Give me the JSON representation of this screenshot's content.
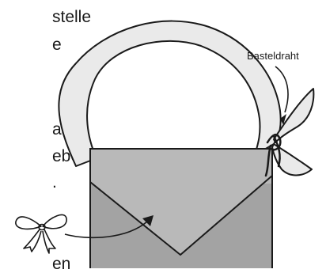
{
  "left_text_fragments": [
    "stelle",
    "e",
    "as",
    "eben",
    ".",
    "en"
  ],
  "label": "Basteldraht",
  "colors": {
    "handle_fill": "#eaeaea",
    "bag_back": "#b9b9b9",
    "bag_front": "#a3a3a3",
    "flap": "#b1b1b1",
    "line": "#1a1a1a"
  }
}
